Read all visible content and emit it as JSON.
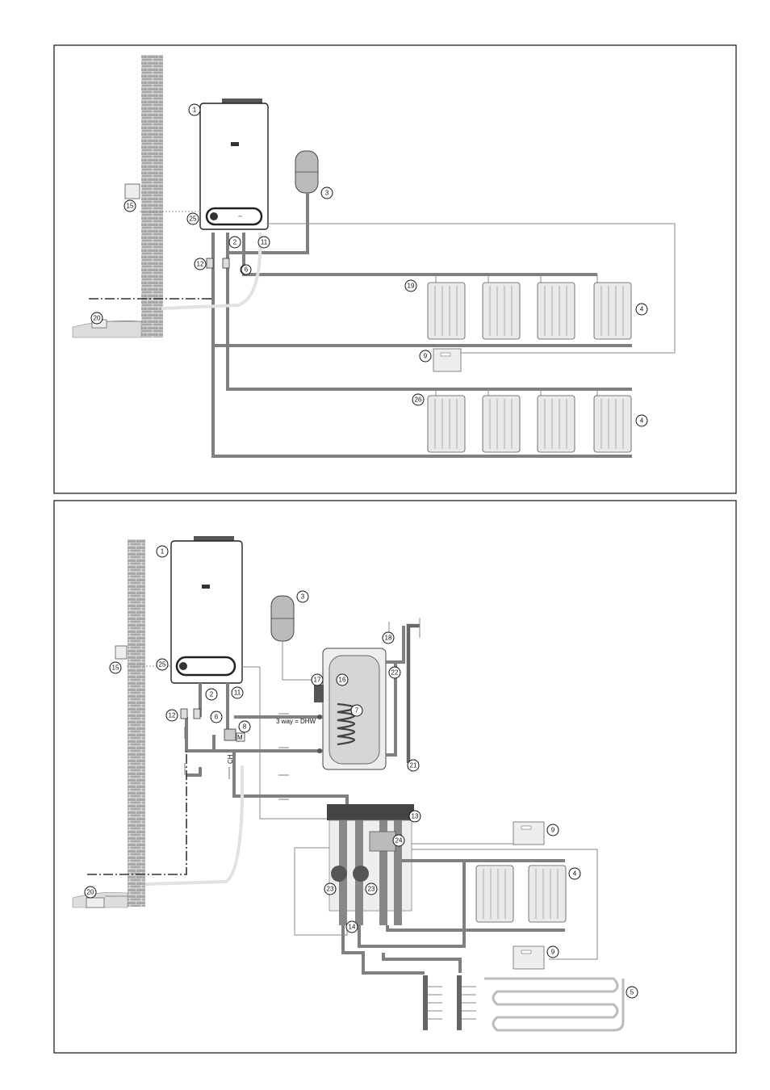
{
  "callouts": {
    "c1": "1",
    "c2": "2",
    "c3": "3",
    "c4": "4",
    "c5": "5",
    "c6": "6",
    "c7": "7",
    "c8": "8",
    "c9": "9",
    "c11": "11",
    "c12": "12",
    "c13": "13",
    "c14": "14",
    "c15": "15",
    "c16": "16",
    "c17": "17",
    "c18": "18",
    "c19": "19",
    "c20": "20",
    "c21": "21",
    "c22": "22",
    "c23": "23",
    "c24": "24",
    "c25": "25",
    "c26": "26"
  },
  "labels": {
    "three_way": "3 way = DHW",
    "ch": "CH",
    "motor": "M"
  },
  "colors": {
    "pipe": "#808080",
    "wall": "#a9a9a9",
    "frame": "#111111"
  }
}
